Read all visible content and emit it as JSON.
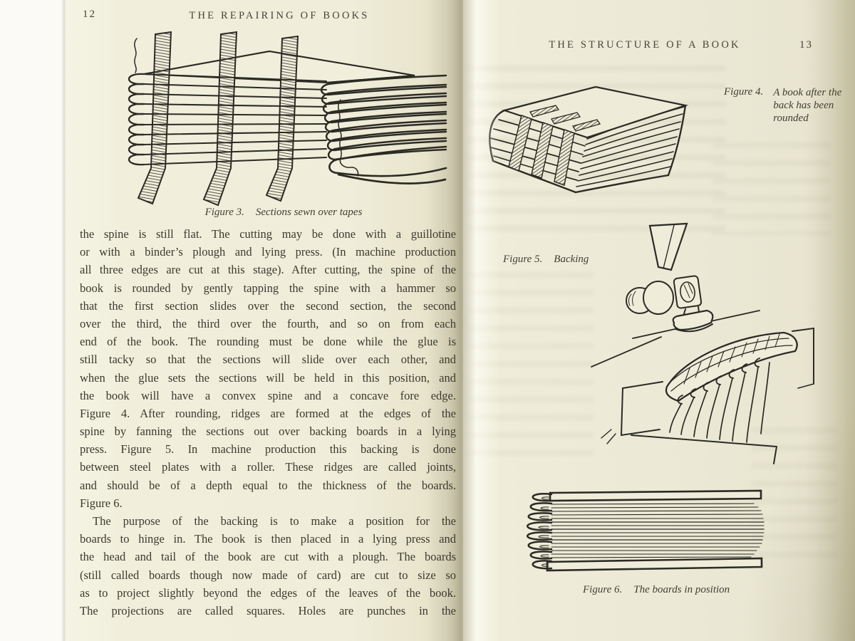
{
  "colors": {
    "page_cream": "#f0eeda",
    "page_cream_right": "#ebe9d5",
    "paper_white_edge": "#fbfaf6",
    "ink": "#3a382e"
  },
  "left_page": {
    "page_number": "12",
    "running_head": "THE REPAIRING OF BOOKS",
    "figure3_caption_label": "Figure 3.",
    "figure3_caption_text": "Sections sewn over tapes",
    "body_lines": [
      "the spine is still flat.  The cutting may be done with a guillotine",
      "or with a binder’s plough and lying press. (In machine production",
      "all three edges are cut at this stage). After cutting, the spine of the",
      "book is rounded by gently tapping the spine with a hammer so",
      "that the first section slides over the second section, the second",
      "over the third, the third over the fourth, and so on from each",
      "end of the book.  The rounding must be done while the glue is",
      "still tacky so that the sections will slide over each other, and",
      "when the glue sets the sections will be held in this position, and",
      "the book will have a convex spine and a concave fore edge.",
      "Figure 4.  After rounding, ridges are formed at the edges of the",
      "spine by fanning the sections out over backing boards in a lying",
      "press.  Figure 5.  In machine production this backing is done",
      "between steel plates with a roller.  These ridges are called joints,",
      "and should be of a depth equal to the thickness of the boards.",
      "Figure 6.",
      "The purpose of the backing is to make a position for the",
      "boards to hinge in.  The book is then placed in a lying press and",
      "the head and tail of the book are cut with a plough.  The boards",
      "(still called boards though now made of card) are cut to size so",
      "as to project slightly beyond the edges of the leaves of the book.",
      "The projections are called squares.  Holes are punches in the"
    ]
  },
  "right_page": {
    "page_number": "13",
    "running_head": "THE STRUCTURE OF A BOOK",
    "figure4_caption_label": "Figure 4.",
    "figure4_caption_text": "A book after the back has been rounded",
    "figure5_caption_label": "Figure 5.",
    "figure5_caption_text": "Backing",
    "figure6_caption_label": "Figure 6.",
    "figure6_caption_text": "The boards in position"
  }
}
